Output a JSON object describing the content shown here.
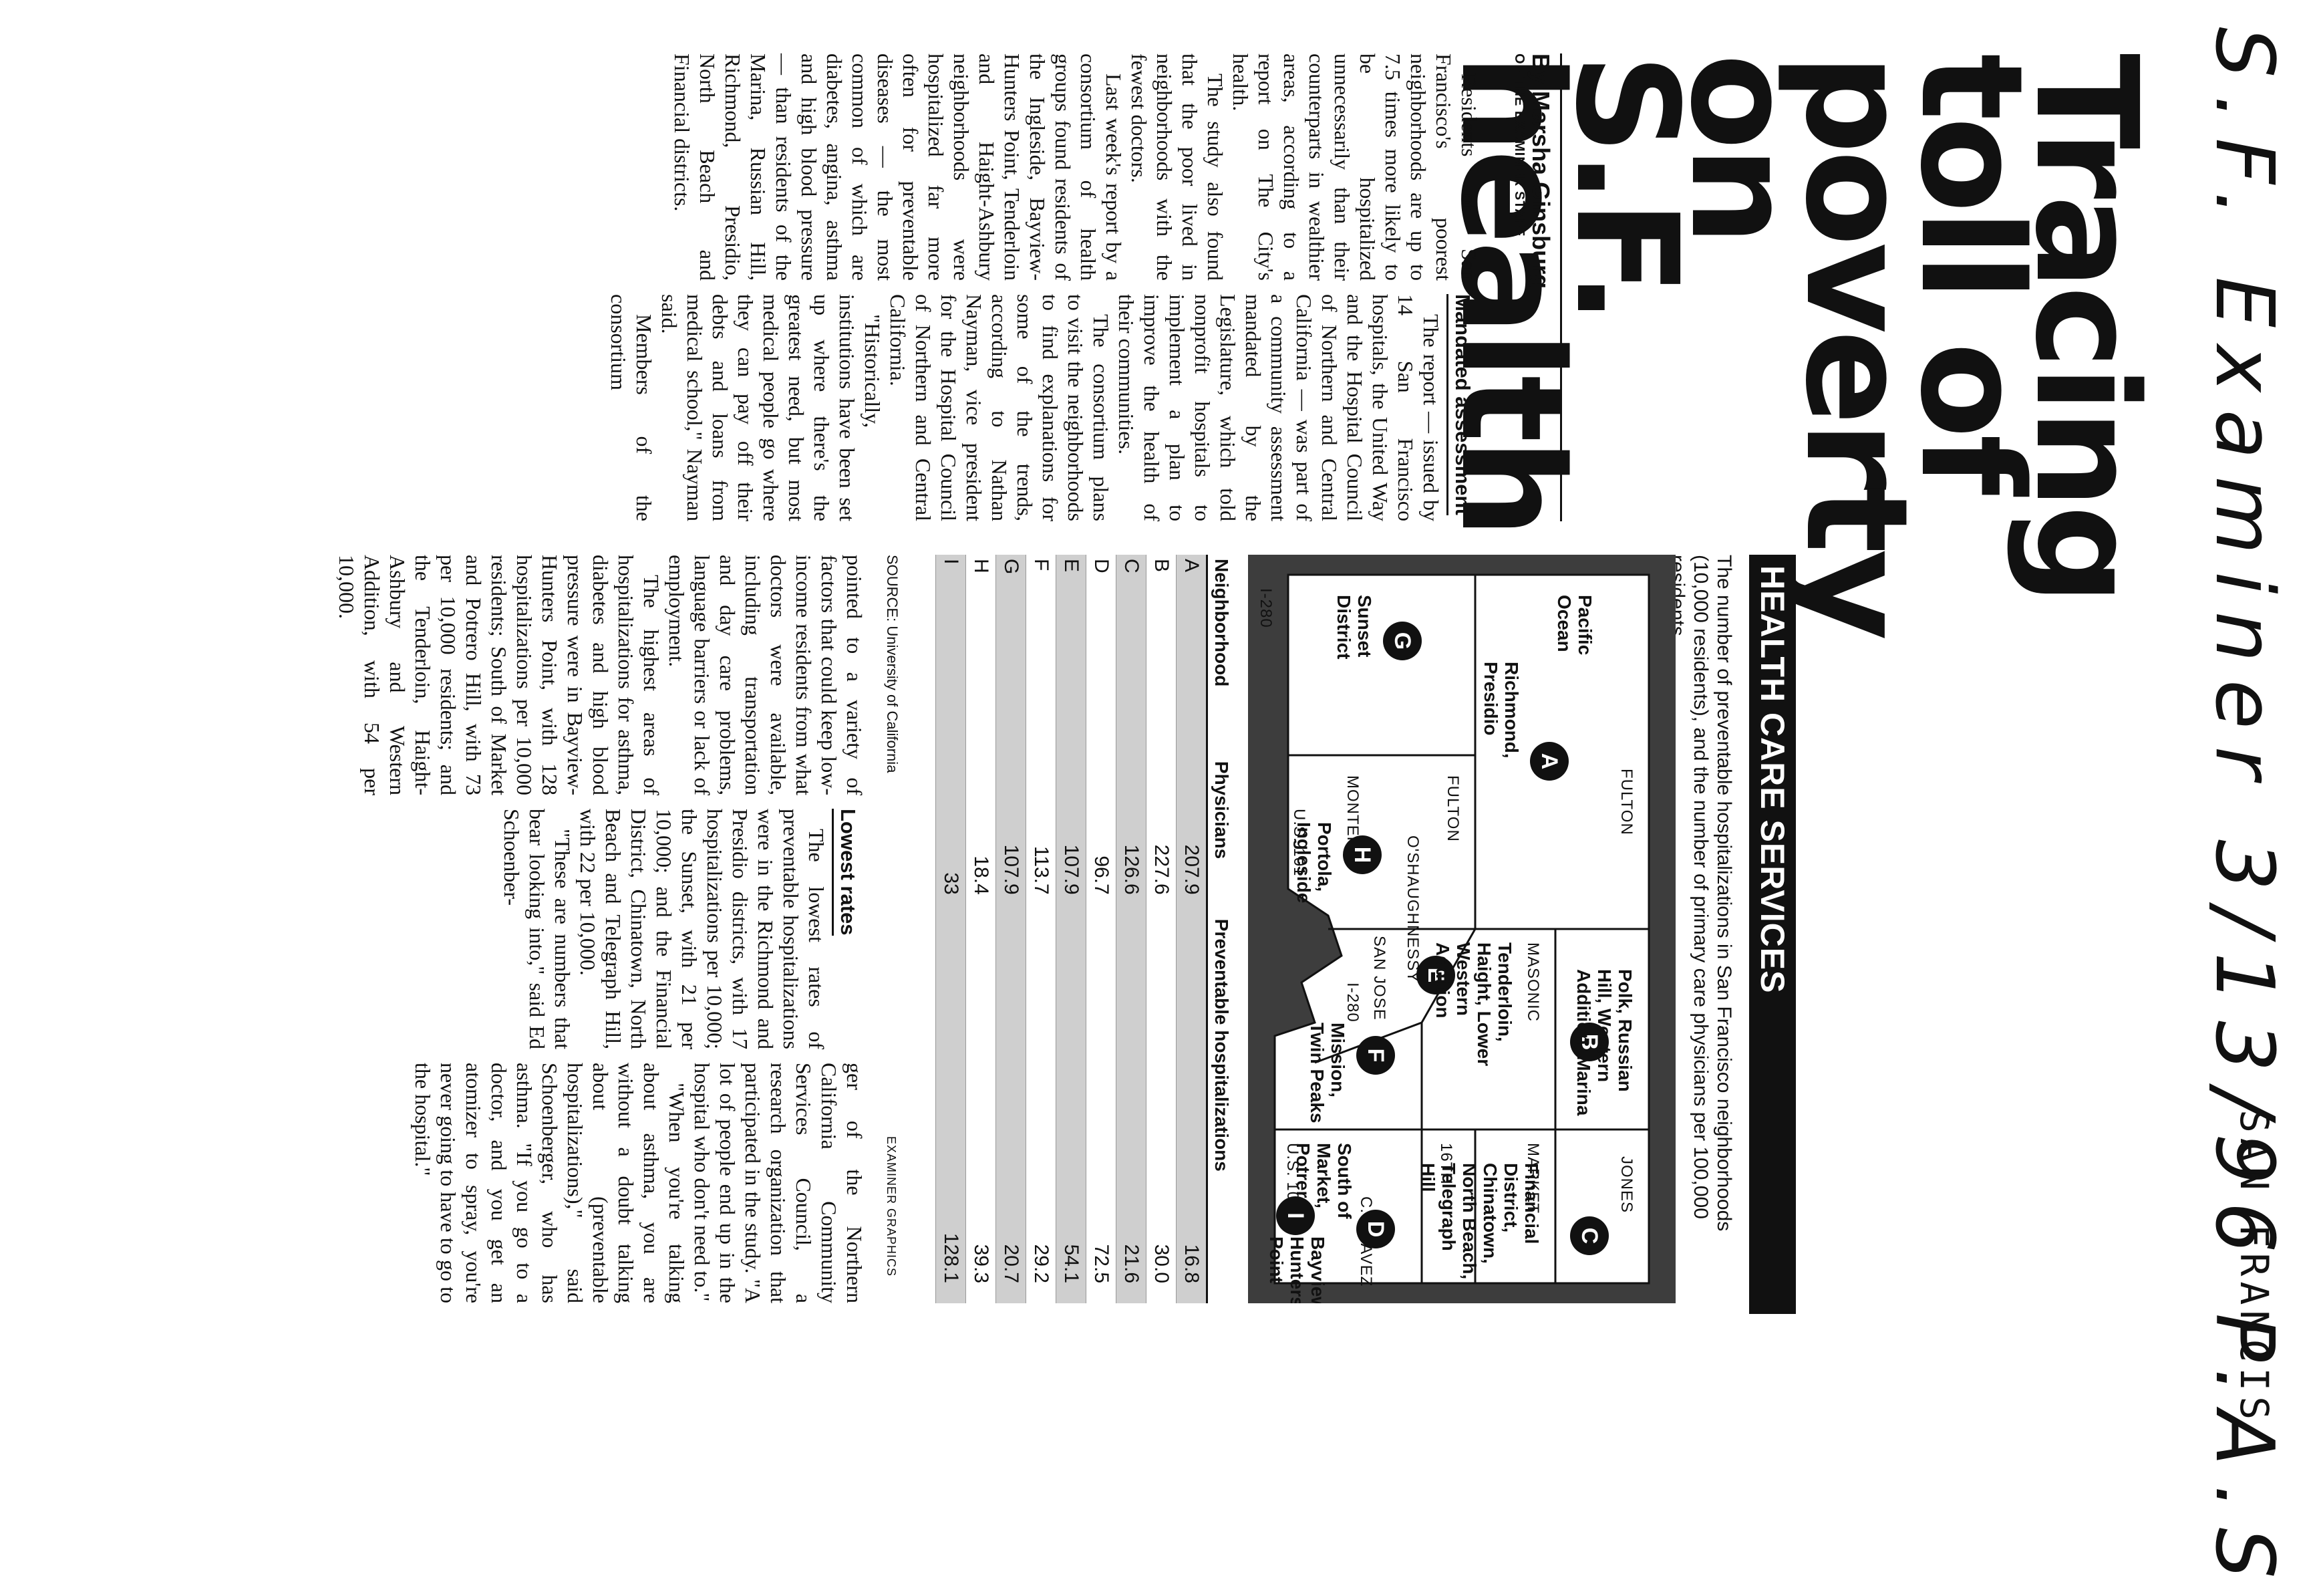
{
  "annotation": {
    "handwritten": "S.F. Examiner 3/13/96 P.A.S",
    "masthead": "SAN FRANCIS"
  },
  "article": {
    "headline_lines": [
      "Tracing",
      "toll of",
      "poverty",
      "on S.F.",
      "health"
    ],
    "byline": "By Marsha Ginsburg",
    "staff": "OF THE EXAMINER STAFF",
    "paragraphs": [
      "Residents of San Francisco's poorest neighborhoods are up to 7.5 times more likely to be hospitalized unnecessarily than their counterparts in wealthier areas, according to a report on The City's health.",
      "The study also found that the poor lived in neighborhoods with the fewest doctors.",
      "Last week's report by a consortium of health groups found residents of the Ingleside, Bayview-Hunters Point, Tenderloin and Haight-Ashbury neighborhoods were hospitalized far more often for preventable diseases — the most common of which are diabetes, angina, asthma and high blood pressure — than residents of the Marina, Russian Hill, Richmond, Presidio, North Beach and Financial districts."
    ],
    "sub1": "Mandated assessment",
    "paragraphs2": [
      "The report — issued by 14 San Francisco hospitals, the United Way and the Hospital Council of Northern and Central California — was part of a community assessment mandated by the Legislature, which told nonprofit hospitals to implement a plan to improve the health of their communities.",
      "The consortium plans to visit the neighborhoods to find explanations for some of the trends, according to Nathan Nayman, vice president for the Hospital Council of Northern and Central California.",
      "\"Historically, institutions have been set up where there's the greatest need, but most medical people go where they can pay off their debts and loans from medical school,\" Nayman said.",
      "Members of the consortium"
    ],
    "paragraphs3": [
      "pointed to a variety of factors that could keep low-income residents from what doctors were available, including transportation and day care problems, language barriers or lack of employment.",
      "The highest areas of hospitalizations for asthma, diabetes and high blood pressure were in Bayview-Hunters Point, with 128 hospitalizations per 10,000 residents; South of Market and Potrero Hill, with 73 per 10,000 residents; and the Tenderloin, Haight-Ashbury and Western Addition, with 54 per 10,000."
    ],
    "sub2": "Lowest rates",
    "paragraphs4": [
      "The lowest rates of preventable hospitalizations were in the Richmond and Presidio districts, with 17 hospitalizations per 10,000; the Sunset, with 21 per 10,000; and the Financial District, Chinatown, North Beach and Telegraph Hill, with 22 per 10,000.",
      "\"These are numbers that bear looking into,\" said Ed Schoenber-"
    ],
    "paragraphs5": [
      "ger of the Northern California Community Services Council, a research organization that participated in the study. \"A lot of people end up in the hospital who don't need to.\"",
      "\"When you're talking about asthma, you are without a doubt talking about (preventable hospitalizations),\" said Schoenberger, who has asthma. \"If you go to a doctor, and you get an atomizer to spray, you're never going to have to go to the hospital.\""
    ]
  },
  "graphic": {
    "title": "HEALTH CARE SERVICES",
    "intro": "The number of preventable hospitalizations in San Francisco neighborhoods (10,000 residents), and the number of primary care physicians per 100,000 residents",
    "map": {
      "areas": {
        "A": "Richmond, Presidio",
        "B": "Polk, Russian Hill, Western Addition, Marina",
        "C": "Financial District, Chinatown, North Beach, Telegraph Hill",
        "D": "South of Market, Potrero",
        "E": "Tenderloin, Haight, Lower Western Addition",
        "F": "Mission, Twin Peaks",
        "G": "Sunset District",
        "H": "Portola, Ingleside",
        "I": "Bayview, Hunters Point"
      },
      "ocean": "Pacific Ocean",
      "streets": {
        "fulton1": "FULTON",
        "fulton2": "FULTON",
        "masonic": "MASONIC",
        "i280a": "I-280",
        "i280b": "I-280",
        "monterey": "MONTEREY",
        "oshaughnessy": "O'SHAUGHNESSY",
        "sanjose": "SAN JOSE",
        "s16th": "16TH",
        "market": "MARKET",
        "jones": "JONES",
        "us101a": "U.S. 101",
        "us101b": "U.S. 101",
        "chavez": "C. CHAVEZ"
      }
    },
    "table": {
      "headers": [
        "Neighborhood",
        "Physicians",
        "Preventable hospitalizations"
      ],
      "rows": [
        [
          "A",
          "207.9",
          "16.8"
        ],
        [
          "B",
          "227.6",
          "30.0"
        ],
        [
          "C",
          "126.6",
          "21.6"
        ],
        [
          "D",
          "96.7",
          "72.5"
        ],
        [
          "E",
          "107.9",
          "54.1"
        ],
        [
          "F",
          "113.7",
          "29.2"
        ],
        [
          "G",
          "107.9",
          "20.7"
        ],
        [
          "H",
          "18.4",
          "39.3"
        ],
        [
          "I",
          "33",
          "128.1"
        ]
      ]
    },
    "source": "SOURCE: University of California",
    "credit": "EXAMINER GRAPHICS"
  }
}
